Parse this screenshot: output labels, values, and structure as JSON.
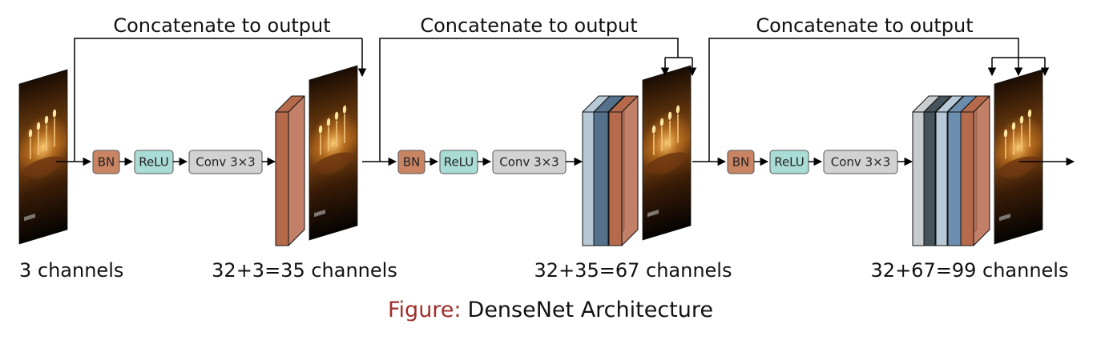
{
  "colors": {
    "bn": "#c98463",
    "relu": "#a9dcd5",
    "conv": "#d2d2d2",
    "brown": "#b66a4c",
    "blue": "#54708a",
    "light_blue": "#b7c8d6",
    "grey_blue": "#6c8eae",
    "dark_slate": "#45535c",
    "light_grey": "#c8ccce",
    "caption_accent": "#a0302d"
  },
  "concat_label": "Concatenate to output",
  "ops": {
    "bn": "BN",
    "relu": "ReLU",
    "conv": "Conv 3×3"
  },
  "channel_labels": [
    "3 channels",
    "32+3=35 channels",
    "32+35=67 channels",
    "32+67=99 channels"
  ],
  "caption": {
    "prefix": "Figure:",
    "title": "DenseNet Architecture"
  },
  "icons": [
    "arrow-icon",
    "candle-photo-icon"
  ]
}
